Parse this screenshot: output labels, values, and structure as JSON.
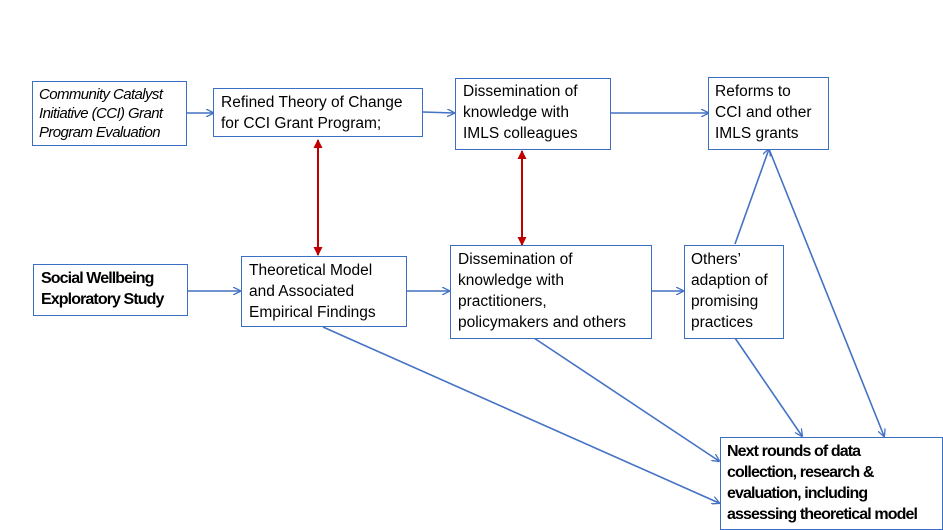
{
  "diagram": {
    "nodes": {
      "cci_evaluation": {
        "lines": [
          "Community Catalyst",
          "Initiative (CCI) Grant",
          "Program Evaluation"
        ]
      },
      "refined_toc": {
        "lines": [
          "Refined Theory of Change",
          "for CCI Grant Program;"
        ]
      },
      "dissemination_imls": {
        "lines": [
          "Dissemination of",
          "knowledge with",
          "IMLS colleagues"
        ]
      },
      "reforms": {
        "lines": [
          "Reforms to",
          "CCI and other",
          "IMLS grants"
        ]
      },
      "social_wellbeing": {
        "lines": [
          "Social Wellbeing",
          "Exploratory Study"
        ]
      },
      "theoretical_model": {
        "lines": [
          "Theoretical Model",
          "and Associated",
          "Empirical Findings"
        ]
      },
      "dissemination_practitioners": {
        "lines": [
          "Dissemination of",
          "knowledge with",
          "practitioners,",
          "policymakers and others"
        ]
      },
      "others_adaption": {
        "lines": [
          "Others’",
          "adaption of",
          "promising",
          "practices"
        ]
      },
      "next_rounds": {
        "lines": [
          "Next rounds of data",
          "collection, research &",
          "evaluation, including",
          "assessing theoretical model"
        ]
      }
    },
    "colors": {
      "box_border": "#3a6fc4",
      "flow_arrow": "#4472c4",
      "link_arrow": "#c00000"
    }
  }
}
